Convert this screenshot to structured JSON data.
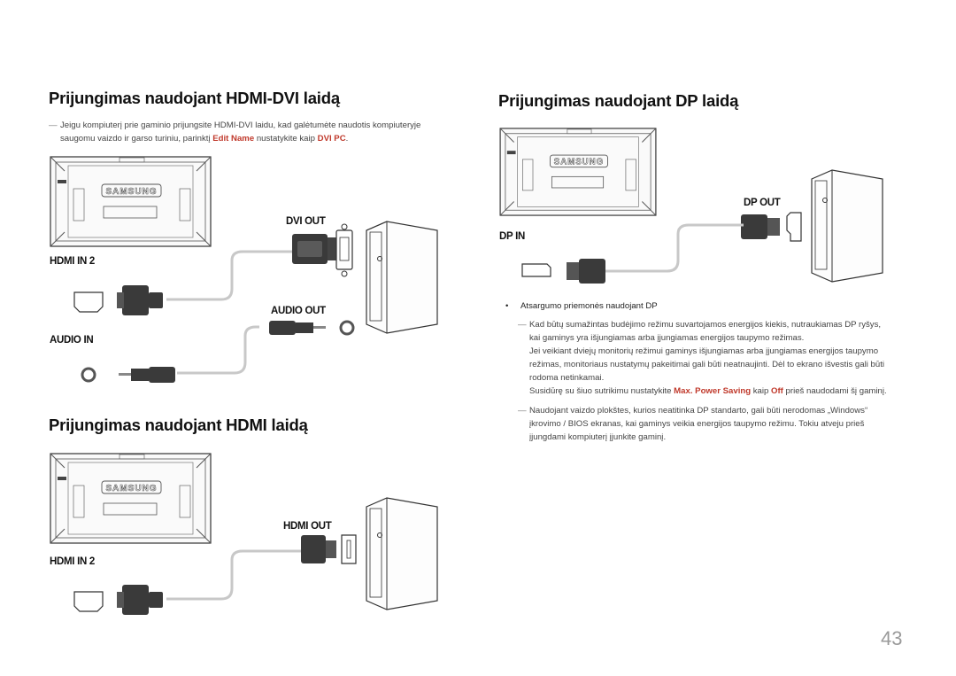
{
  "sections": {
    "hdmi_dvi": {
      "title": "Prijungimas naudojant HDMI-DVI laidą",
      "note_line1": "Jeigu kompiuterį prie gaminio prijungsite HDMI-DVI laidu, kad galėtumėte naudotis kompiuteryje",
      "note_line2_pre": "saugomu vaizdo ir garso turiniu, parinktį ",
      "note_hl1": "Edit Name",
      "note_mid": " nustatykite kaip ",
      "note_hl2": "DVI PC",
      "note_end": ".",
      "labels": {
        "dvi_out": "DVI OUT",
        "hdmi_in": "HDMI IN 2",
        "audio_out": "AUDIO OUT",
        "audio_in": "AUDIO IN"
      }
    },
    "hdmi": {
      "title": "Prijungimas naudojant HDMI laidą",
      "labels": {
        "hdmi_out": "HDMI OUT",
        "hdmi_in": "HDMI IN 2"
      }
    },
    "dp": {
      "title": "Prijungimas naudojant DP laidą",
      "labels": {
        "dp_out": "DP OUT",
        "dp_in": "DP IN"
      },
      "bullet": "Atsargumo priemonės naudojant DP",
      "note1_l1": "Kad būtų sumažintas budėjimo režimu suvartojamos energijos kiekis, nutraukiamas DP ryšys,",
      "note1_l2": "kai gaminys yra išjungiamas arba įjungiamas energijos taupymo režimas.",
      "note1_l3": "Jei veikiant dviejų monitorių režimui gaminys išjungiamas arba įjungiamas energijos taupymo",
      "note1_l4": "režimas, monitoriaus nustatymų pakeitimai gali būti neatnaujinti. Dėl to ekrano išvestis gali būti",
      "note1_l5": "rodoma netinkamai.",
      "note1_l6_pre": "Susidūrę su šiuo sutrikimu nustatykite ",
      "note1_l6_hl1": "Max. Power Saving",
      "note1_l6_mid": " kaip ",
      "note1_l6_hl2": "Off",
      "note1_l6_end": " prieš naudodami šį gaminį.",
      "note2_l1": "Naudojant vaizdo plokštes, kurios neatitinka DP standarto, gali būti nerodomas „Windows“",
      "note2_l2": "įkrovimo / BIOS ekranas, kai gaminys veikia energijos taupymo režimu. Tokiu atveju prieš",
      "note2_l3": "įjungdami kompiuterį įjunkite gaminį."
    }
  },
  "monitor_brand": "SAMSUNG",
  "page_number": "43",
  "colors": {
    "highlight": "#c0392b",
    "cable": "#c8c8c8",
    "connector": "#3a3a3a"
  },
  "icons": [
    "monitor-back-icon",
    "pc-tower-icon",
    "hdmi-connector-icon",
    "dvi-connector-icon",
    "dp-connector-icon",
    "audio-jack-icon"
  ]
}
